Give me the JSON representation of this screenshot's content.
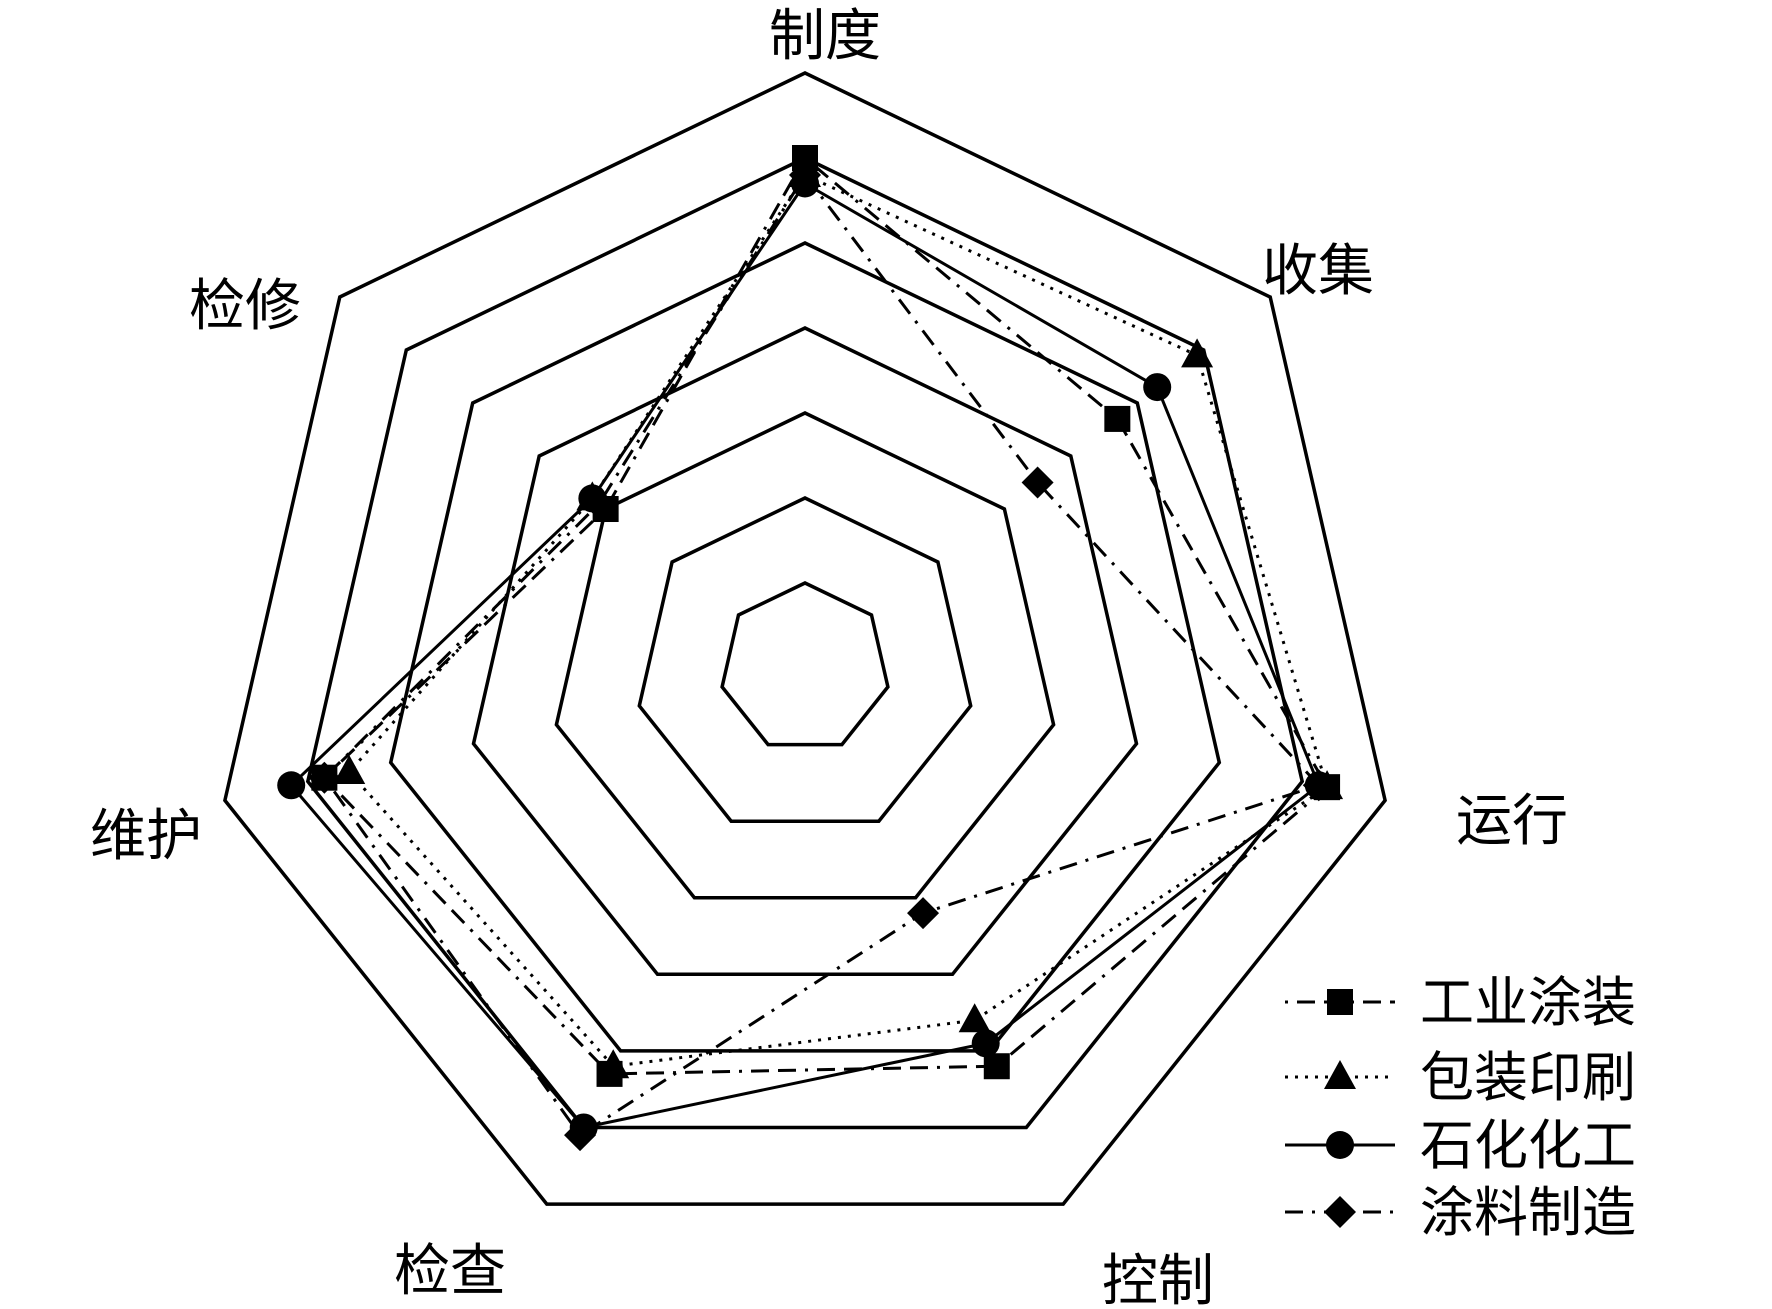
{
  "chart_data": {
    "type": "radar",
    "axes": [
      "制度",
      "收集",
      "运行",
      "控制",
      "检查",
      "维护",
      "检修"
    ],
    "range": [
      0,
      7
    ],
    "rings": 7,
    "series": [
      {
        "name": "工业涂装",
        "marker": "square",
        "dash": "dashdot-dash",
        "values": [
          6.0,
          4.7,
          6.3,
          5.2,
          5.3,
          5.8,
          3.0
        ]
      },
      {
        "name": "包装印刷",
        "marker": "triangle",
        "dash": "dotted",
        "values": [
          5.8,
          5.9,
          6.3,
          4.6,
          5.2,
          5.5,
          3.2
        ]
      },
      {
        "name": "石化化工",
        "marker": "circle",
        "dash": "solid",
        "values": [
          5.7,
          5.3,
          6.2,
          4.9,
          6.0,
          6.2,
          3.2
        ]
      },
      {
        "name": "涂料制造",
        "marker": "diamond",
        "dash": "dashdot",
        "values": [
          5.8,
          3.5,
          6.2,
          3.2,
          6.1,
          5.8,
          3.1
        ]
      }
    ]
  }
}
